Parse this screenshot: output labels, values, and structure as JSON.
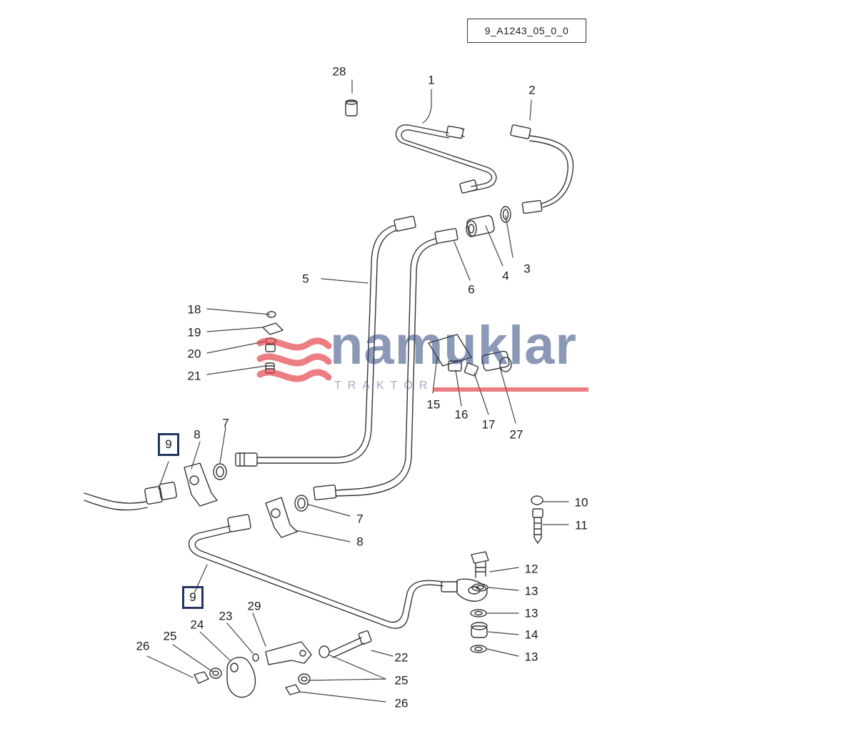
{
  "diagram": {
    "reference_code": "9_A1243_05_0_0",
    "watermark": {
      "name": "namuklar",
      "subtitle": "TRAKTÖR",
      "colors": {
        "text": "#2b457c",
        "accent": "#e23840"
      }
    },
    "highlight_color": "#23345f",
    "callouts": {
      "c1": "1",
      "c2": "2",
      "c3": "3",
      "c4": "4",
      "c5": "5",
      "c6": "6",
      "c7a": "7",
      "c7b": "7",
      "c8a": "8",
      "c8b": "8",
      "c9a": "9",
      "c9b": "9",
      "c10": "10",
      "c11": "11",
      "c12": "12",
      "c13a": "13",
      "c13b": "13",
      "c13c": "13",
      "c14": "14",
      "c15": "15",
      "c16": "16",
      "c17": "17",
      "c18": "18",
      "c19": "19",
      "c20": "20",
      "c21": "21",
      "c22": "22",
      "c23": "23",
      "c24": "24",
      "c25a": "25",
      "c25b": "25",
      "c26a": "26",
      "c26b": "26",
      "c27": "27",
      "c28": "28",
      "c29": "29"
    }
  }
}
